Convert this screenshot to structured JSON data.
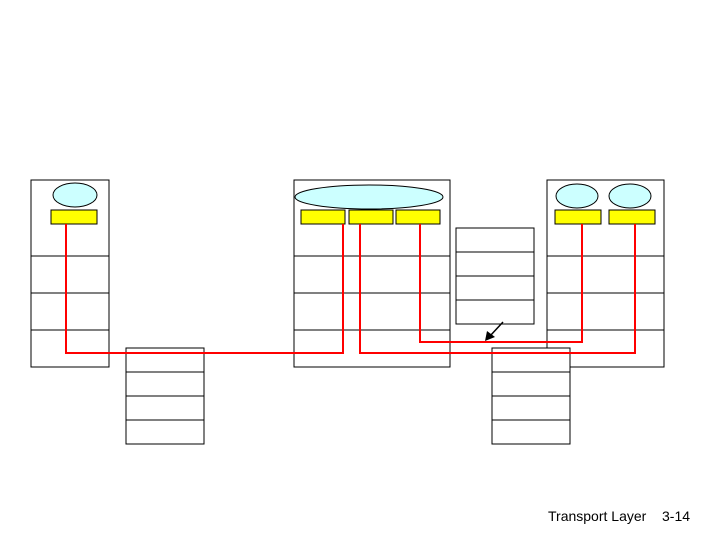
{
  "footer": {
    "title": "Transport Layer",
    "page": "3-14"
  },
  "colors": {
    "socket": "#ffff00",
    "process": "#ccffff",
    "path": "#ff0000",
    "outline": "#000000",
    "background": "#ffffff"
  },
  "hosts": [
    "host-left",
    "host-center",
    "host-right"
  ],
  "segments": [
    "segment-left",
    "segment-center-top",
    "segment-center-bottom"
  ]
}
